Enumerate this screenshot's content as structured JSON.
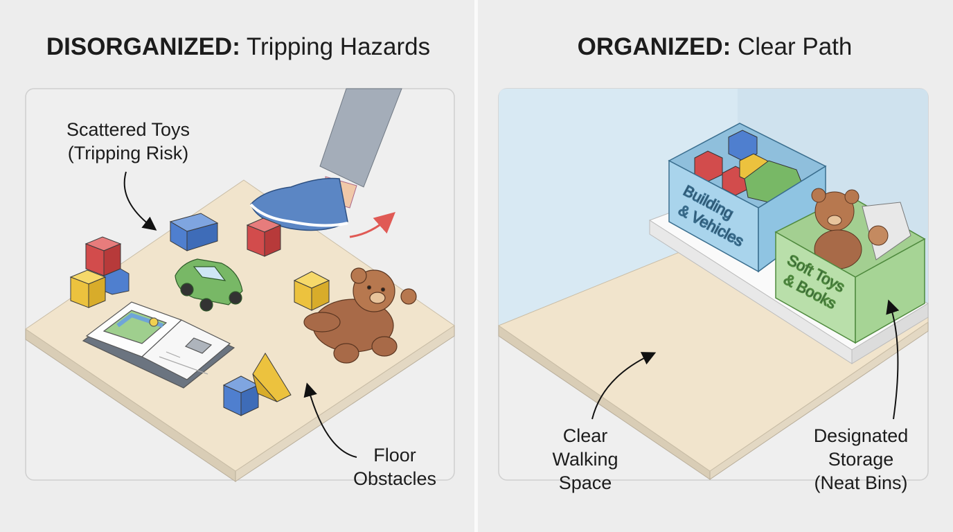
{
  "left_panel": {
    "title_bold": "DISORGANIZED:",
    "title_rest": " Tripping Hazards",
    "callouts": {
      "scattered_line1": "Scattered Toys",
      "scattered_line2": "(Tripping Risk)",
      "floor_line1": "Floor",
      "floor_line2": "Obstacles"
    }
  },
  "right_panel": {
    "title_bold": "ORGANIZED:",
    "title_rest": " Clear Path",
    "bins": {
      "bin1_line1": "Building",
      "bin1_line2": "& Vehicles",
      "bin2_line1": "Soft Toys",
      "bin2_line2": "& Books"
    },
    "callouts": {
      "clear_line1": "Clear",
      "clear_line2": "Walking",
      "clear_line3": "Space",
      "storage_line1": "Designated",
      "storage_line2": "Storage",
      "storage_line3": "(Neat Bins)"
    }
  },
  "colors": {
    "background": "#ededed",
    "floor": "#f1e4cc",
    "wall": "#dcebf3",
    "blue_bin": "#a9d4ec",
    "green_bin": "#b9dfaa",
    "hazard_arrow": "#e05a55"
  }
}
